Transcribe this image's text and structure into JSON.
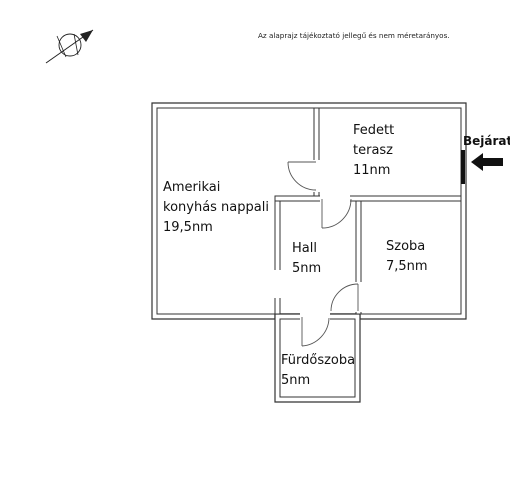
{
  "disclaimer": "Az alaprajz tájékoztató jellegű és nem méretarányos.",
  "entrance_label": "Bejárat",
  "rooms": [
    {
      "name_lines": [
        "Amerikai",
        "konyhás nappali"
      ],
      "area": "19,5nm"
    },
    {
      "name_lines": [
        "Fedett",
        "terasz"
      ],
      "area": "11nm"
    },
    {
      "name_lines": [
        "Hall"
      ],
      "area": "5nm"
    },
    {
      "name_lines": [
        "Szoba"
      ],
      "area": "7,5nm"
    },
    {
      "name_lines": [
        "Fürdőszoba"
      ],
      "area": "5nm"
    }
  ],
  "icons": {
    "compass": "north-arrow-icon",
    "entrance": "arrow-left-icon"
  },
  "colors": {
    "wall": "#333333",
    "background": "#ffffff",
    "text": "#111111"
  }
}
